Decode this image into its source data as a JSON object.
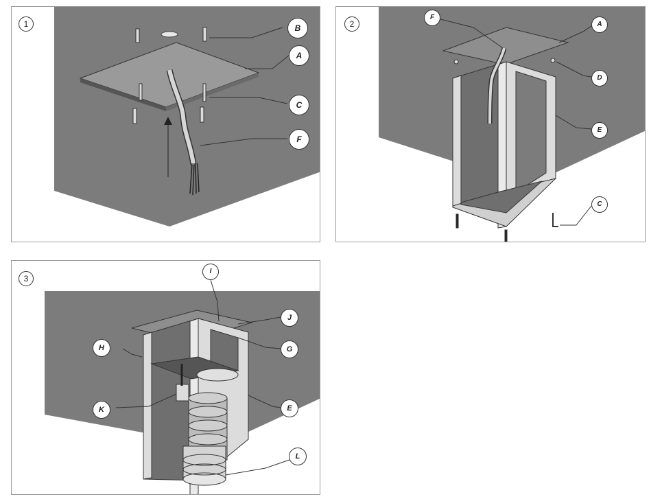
{
  "panels": [
    {
      "step": "1",
      "callouts": [
        "B",
        "A",
        "C",
        "F"
      ]
    },
    {
      "step": "2",
      "callouts": [
        "F",
        "A",
        "D",
        "E",
        "C"
      ]
    },
    {
      "step": "3",
      "callouts": [
        "I",
        "J",
        "H",
        "G",
        "K",
        "E",
        "L"
      ]
    }
  ],
  "colors": {
    "ceiling": "#7c7c7c",
    "plate": "#8e8e8e",
    "frame": "#d9d9d9",
    "duct": "#cfcfcf",
    "border": "#9a9a9a"
  }
}
